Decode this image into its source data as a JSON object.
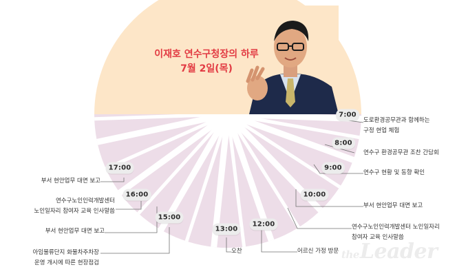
{
  "title": {
    "line1": "이재호 연수구청장의 하루",
    "line2": "7월 2일(목)"
  },
  "schedule": [
    {
      "id": "t7",
      "time": "7:00",
      "text_lines": [
        "도로환경공무관과 함께하는",
        "구정 현업 체험"
      ]
    },
    {
      "id": "t8",
      "time": "8:00",
      "text_lines": [
        "연수구 환경공무관 조찬 간담회"
      ]
    },
    {
      "id": "t9",
      "time": "9:00",
      "text_lines": [
        "연수구 현황 및 동향 확인"
      ]
    },
    {
      "id": "t10",
      "time": "10:00",
      "text_lines": [
        "부서 현안업무 대면 보고"
      ]
    },
    {
      "id": "t10b",
      "time": "",
      "text_lines": [
        "연수구노인인력개발센터 노인일자리",
        "참여자 교육 인사말씀"
      ]
    },
    {
      "id": "t12",
      "time": "12:00",
      "text_lines": [
        "어르신 가정 방문"
      ]
    },
    {
      "id": "t13",
      "time": "13:00",
      "text_lines": [
        "오찬"
      ]
    },
    {
      "id": "t15",
      "time": "15:00",
      "text_lines": [
        "아임물류단지 화물차주차장",
        "운영 개시에 따른 현장점검"
      ]
    },
    {
      "id": "t15b",
      "time": "",
      "text_lines": [
        "부서 현안업무 대면 보고"
      ]
    },
    {
      "id": "t16",
      "time": "16:00",
      "text_lines": [
        "연수구노인인력개발센터",
        "노인일자리 참여자 교육 인사말씀"
      ]
    },
    {
      "id": "t17",
      "time": "17:00",
      "text_lines": [
        "부서 현안업무 대면 보고"
      ]
    }
  ],
  "watermark": {
    "prefix": "the",
    "brand": "Leader"
  },
  "colors": {
    "upper_disc": "#fde6c8",
    "lower_disc": "#eddde8",
    "wedge_lines": "#ffffff",
    "title_red": "#e23b43",
    "badge_bg": "#ececec"
  },
  "icons": {
    "portrait": "mayor-portrait-illustration"
  }
}
